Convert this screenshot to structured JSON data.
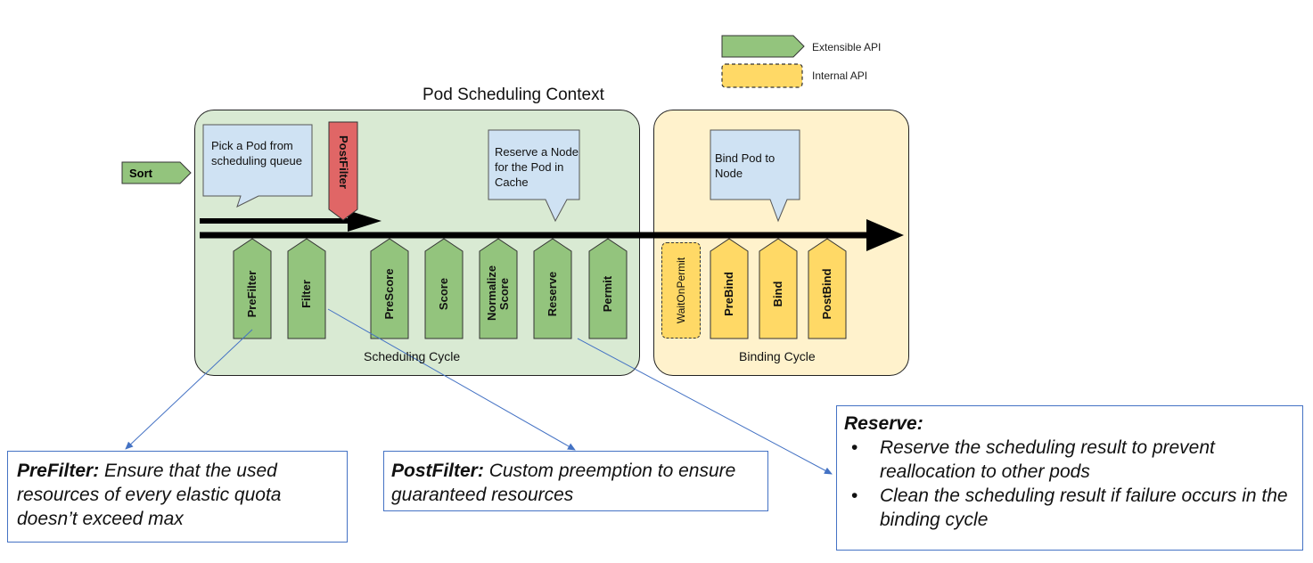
{
  "title": "Pod Scheduling Context",
  "legend": {
    "extensible_label": "Extensible API",
    "internal_label": "Internal API",
    "extensible_color": "#93c47d",
    "internal_color": "#ffd966"
  },
  "sort_label": "Sort",
  "callouts": {
    "pick_pod": "Pick a Pod from scheduling queue",
    "reserve_node": "Reserve a Node for the Pod in Cache",
    "bind_pod": "Bind Pod to Node"
  },
  "scheduling_cycle": {
    "label": "Scheduling Cycle",
    "postfilter": "PostFilter",
    "plugins": [
      "PreFilter",
      "Filter",
      "PreScore",
      "Score",
      "Normalize Score",
      "Reserve",
      "Permit"
    ]
  },
  "binding_cycle": {
    "label": "Binding Cycle",
    "wait": "WaitOnPermit",
    "plugins": [
      "PreBind",
      "Bind",
      "PostBind"
    ]
  },
  "notes": {
    "prefilter": {
      "title": "PreFilter:",
      "text": "Ensure that the used resources of every elastic quota doesn’t exceed max"
    },
    "postfilter": {
      "title": "PostFilter:",
      "text": "Custom preemption to ensure guaranteed resources"
    },
    "reserve": {
      "title": "Reserve:",
      "bullets": [
        "Reserve the scheduling result to prevent reallocation to other pods",
        "Clean the scheduling result if  failure occurs in the binding cycle"
      ]
    }
  },
  "colors": {
    "scheduling_bg": "#d9ead3",
    "binding_bg": "#fff2cc",
    "callout_bg": "#cfe2f3",
    "postfilter": "#e06666",
    "connector": "#4472c4"
  }
}
